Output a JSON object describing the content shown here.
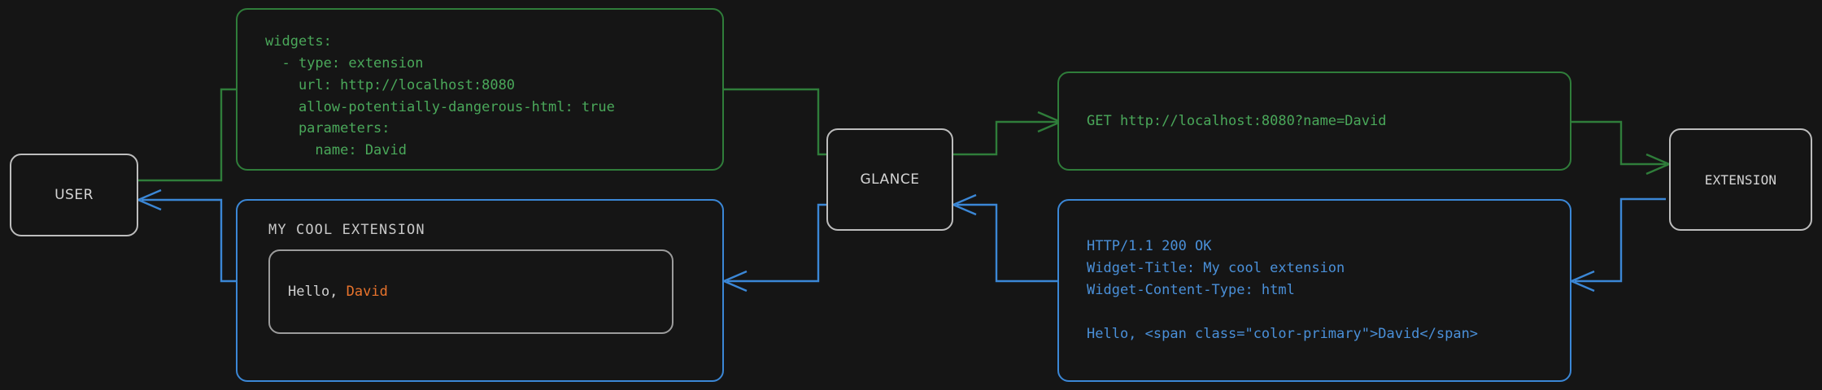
{
  "theme": {
    "background": "#151515",
    "request_color": "#4aa85a",
    "request_border": "#2f7d3a",
    "response_color": "#4a90d9",
    "response_border": "#3b87d6",
    "actor_border": "#bdbdbd",
    "actor_text": "#d4d4d4",
    "accent_color": "#e8732c",
    "widget_text": "#d0d0d0"
  },
  "actors": {
    "user": {
      "label": "USER"
    },
    "glance": {
      "label": "GLANCE"
    },
    "extension": {
      "label": "EXTENSION"
    }
  },
  "config_box": {
    "label": "widget-config-yaml",
    "code": "widgets:\n  - type: extension\n    url: http://localhost:8080\n    allow-potentially-dangerous-html: true\n    parameters:\n      name: David"
  },
  "request_box": {
    "label": "http-request",
    "code": "GET http://localhost:8080?name=David"
  },
  "response_box": {
    "label": "http-response",
    "code": "HTTP/1.1 200 OK\nWidget-Title: My cool extension\nWidget-Content-Type: html\n\nHello, <span class=\"color-primary\">David</span>"
  },
  "widget_box": {
    "label": "rendered-widget",
    "title": "MY COOL EXTENSION",
    "body_prefix": "Hello, ",
    "body_accent": "David"
  }
}
